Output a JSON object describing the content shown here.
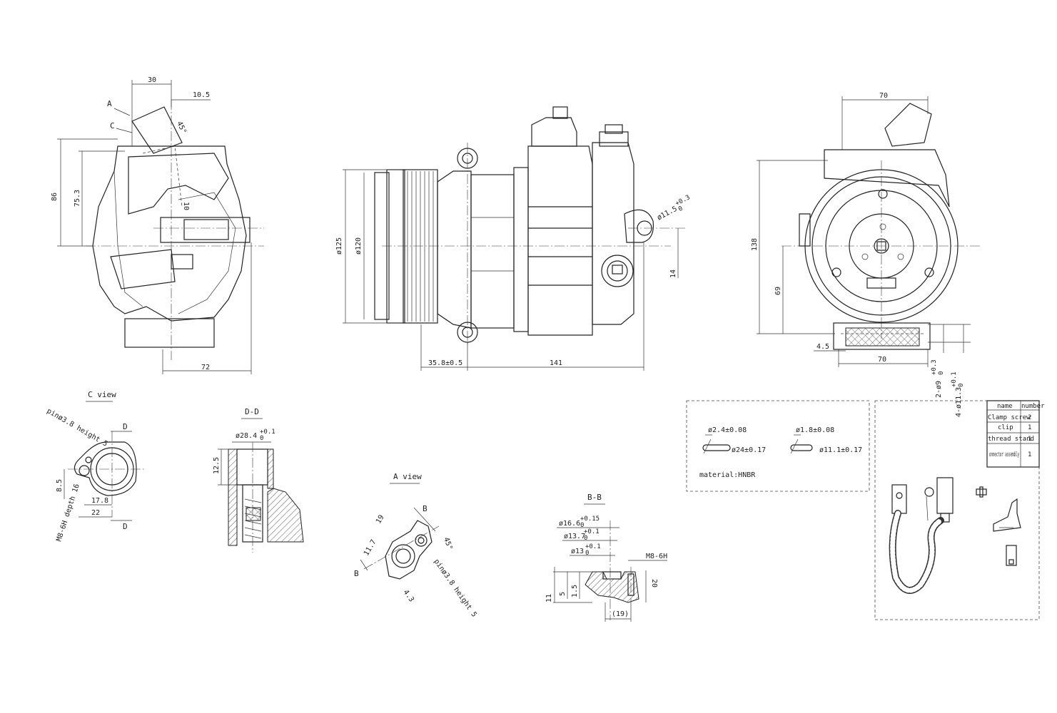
{
  "front_view": {
    "dims": {
      "d30": "30",
      "d10_5": "10.5",
      "a45": "45°",
      "d86": "86",
      "d75_3": "75.3",
      "d10": "10",
      "d72": "72"
    },
    "arrows": {
      "a": "A",
      "c": "C"
    }
  },
  "side_view": {
    "dims": {
      "d125": "ø125",
      "d120": "ø120",
      "d11_5": "ø11.5",
      "d11_5_tol": "+0.3",
      "d11_5_tol0": "0",
      "d14": "14",
      "d35_8": "35.8±0.5",
      "d141": "141"
    }
  },
  "rear_view": {
    "dims": {
      "d70_top": "70",
      "d138": "138",
      "d69": "69",
      "d4_5": "4.5",
      "d70_bottom": "70",
      "d2_9": "2-ø9",
      "d2_9_tol": "+0.3",
      "d2_9_tol0": "0",
      "d4_11_3": "4-ø11.3",
      "d4_11_3_tol": "+0.1",
      "d4_11_3_tol0": "0"
    }
  },
  "c_view": {
    "title": "C view",
    "section": "D",
    "pin_note": "pinø3.8 height 5",
    "thread_note": "M8-6H depth 16",
    "dims": {
      "d8_5": "8.5",
      "d17_8": "17.8",
      "d22": "22"
    }
  },
  "dd_view": {
    "title": "D-D",
    "dims": {
      "d28_4": "ø28.4",
      "d28_4_tol": "+0.1",
      "d28_4_tol0": "0",
      "d12_5": "12.5"
    }
  },
  "a_view": {
    "title": "A view",
    "section": "B",
    "pin_note": "pinø3.8 height 5",
    "dims": {
      "d19": "19",
      "d11_7": "11.7",
      "d4_3": "4.3",
      "a45": "45°"
    }
  },
  "bb_view": {
    "title": "B-B",
    "dims": {
      "d16_6": "ø16.6",
      "d16_6_tol": "+0.15",
      "d16_6_tol0": "0",
      "d13_7": "ø13.7",
      "d13_7_tol": "+0.1",
      "d13_7_tol0": "0",
      "d13": "ø13",
      "d13_tol": "+0.1",
      "d13_tol0": "0",
      "m8": "M8-6H",
      "d11": "11",
      "d5": "5",
      "d1_5": "1.5",
      "d20": "20",
      "d19p": "(19)"
    }
  },
  "oring_panel": {
    "oring1": {
      "cs": "ø2.4±0.08",
      "id": "ø24±0.17"
    },
    "oring2": {
      "cs": "ø1.8±0.08",
      "id": "ø11.1±0.17"
    },
    "material": "material:HNBR"
  },
  "parts_table": {
    "headers": [
      "name",
      "number"
    ],
    "rows": [
      {
        "name": "Clamp screw",
        "number": "2"
      },
      {
        "name": "clip",
        "number": "1"
      },
      {
        "name": "thread stand",
        "number": "1"
      },
      {
        "name": "onnector assembly",
        "number": "1"
      }
    ]
  }
}
